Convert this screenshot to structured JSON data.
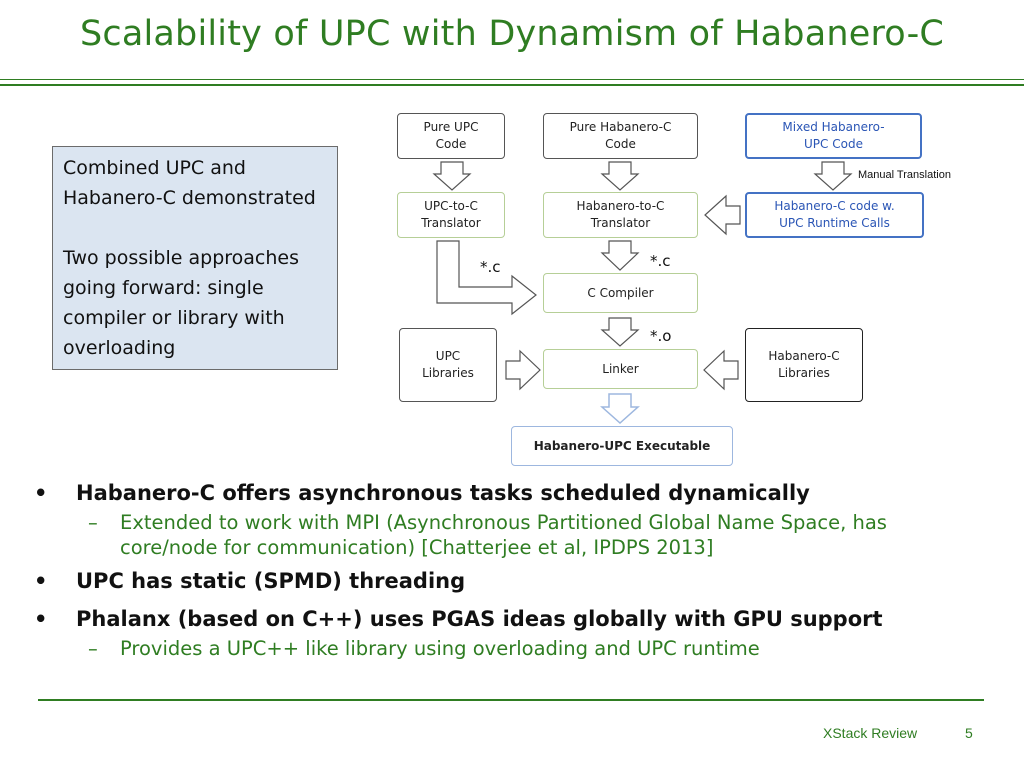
{
  "slide": {
    "title": "Scalability of UPC with Dynamism of Habanero-C",
    "note": {
      "line1": "Combined UPC and",
      "line2": "Habanero-C demonstrated",
      "line3": "Two possible approaches",
      "line4": "going forward: single",
      "line5": "compiler or library with",
      "line6": "overloading"
    },
    "diagram": {
      "pure_upc": "Pure UPC \nCode ",
      "pure_hc": "Pure Habanero-C \nCode ",
      "mixed": "Mixed Habanero-\nUPC Code ",
      "upc_translator": "UPC-to-C \nTranslator ",
      "hc_translator": "Habanero-to-C \nTranslator ",
      "hc_upc_runtime": "Habanero-C code w. \nUPC Runtime Calls ",
      "c_compiler": "C Compiler ",
      "upc_libraries": "UPC \nLibraries ",
      "linker": "Linker ",
      "hc_libraries": "Habanero-C \nLibraries ",
      "executable": "Habanero-UPC Executable ",
      "manual_translation": "Manual Translation",
      "label_c_left": "*.c",
      "label_c_right": "*.c",
      "label_o": "*.o"
    },
    "bullets": [
      {
        "text": "Habanero-C offers asynchronous tasks scheduled dynamically",
        "sub": [
          "Extended to work with MPI (Asynchronous Partitioned Global Name Space, has core/node for communication) [Chatterjee et al, IPDPS 2013]"
        ]
      },
      {
        "text": "UPC has static (SPMD) threading",
        "sub": []
      },
      {
        "text": "Phalanx (based on C++) uses PGAS ideas globally with GPU support",
        "sub": [
          "Provides a UPC++ like library using overloading and UPC runtime"
        ]
      }
    ],
    "bullet_marker": "•",
    "sub_marker": "–",
    "footer": {
      "text": "XStack Review",
      "page": "5"
    }
  },
  "colors": {
    "accent": "#2f7d22",
    "note_bg": "#dbe5f1",
    "blue": "#4472c4"
  }
}
